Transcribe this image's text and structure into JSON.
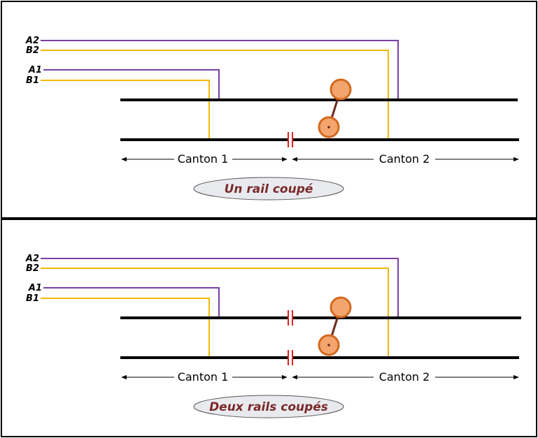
{
  "colors": {
    "wire_a": "#7a3fa3",
    "wire_b": "#f5b800",
    "rail": "#000000",
    "gap": "#e02020",
    "wheel_fill": "#f4a56e",
    "wheel_stroke": "#d2691e",
    "axle": "#6b2a1e",
    "caption_fill": "#e8eaee",
    "caption_text": "#7a2a2a"
  },
  "panels": [
    {
      "wires": {
        "a2": "A2",
        "b2": "B2",
        "a1": "A1",
        "b1": "B1"
      },
      "cantons": {
        "c1": "Canton 1",
        "c2": "Canton 2"
      },
      "caption": "Un rail coupé",
      "rails_cut": 1
    },
    {
      "wires": {
        "a2": "A2",
        "b2": "B2",
        "a1": "A1",
        "b1": "B1"
      },
      "cantons": {
        "c1": "Canton 1",
        "c2": "Canton 2"
      },
      "caption": "Deux rails coupés",
      "rails_cut": 2
    }
  ]
}
